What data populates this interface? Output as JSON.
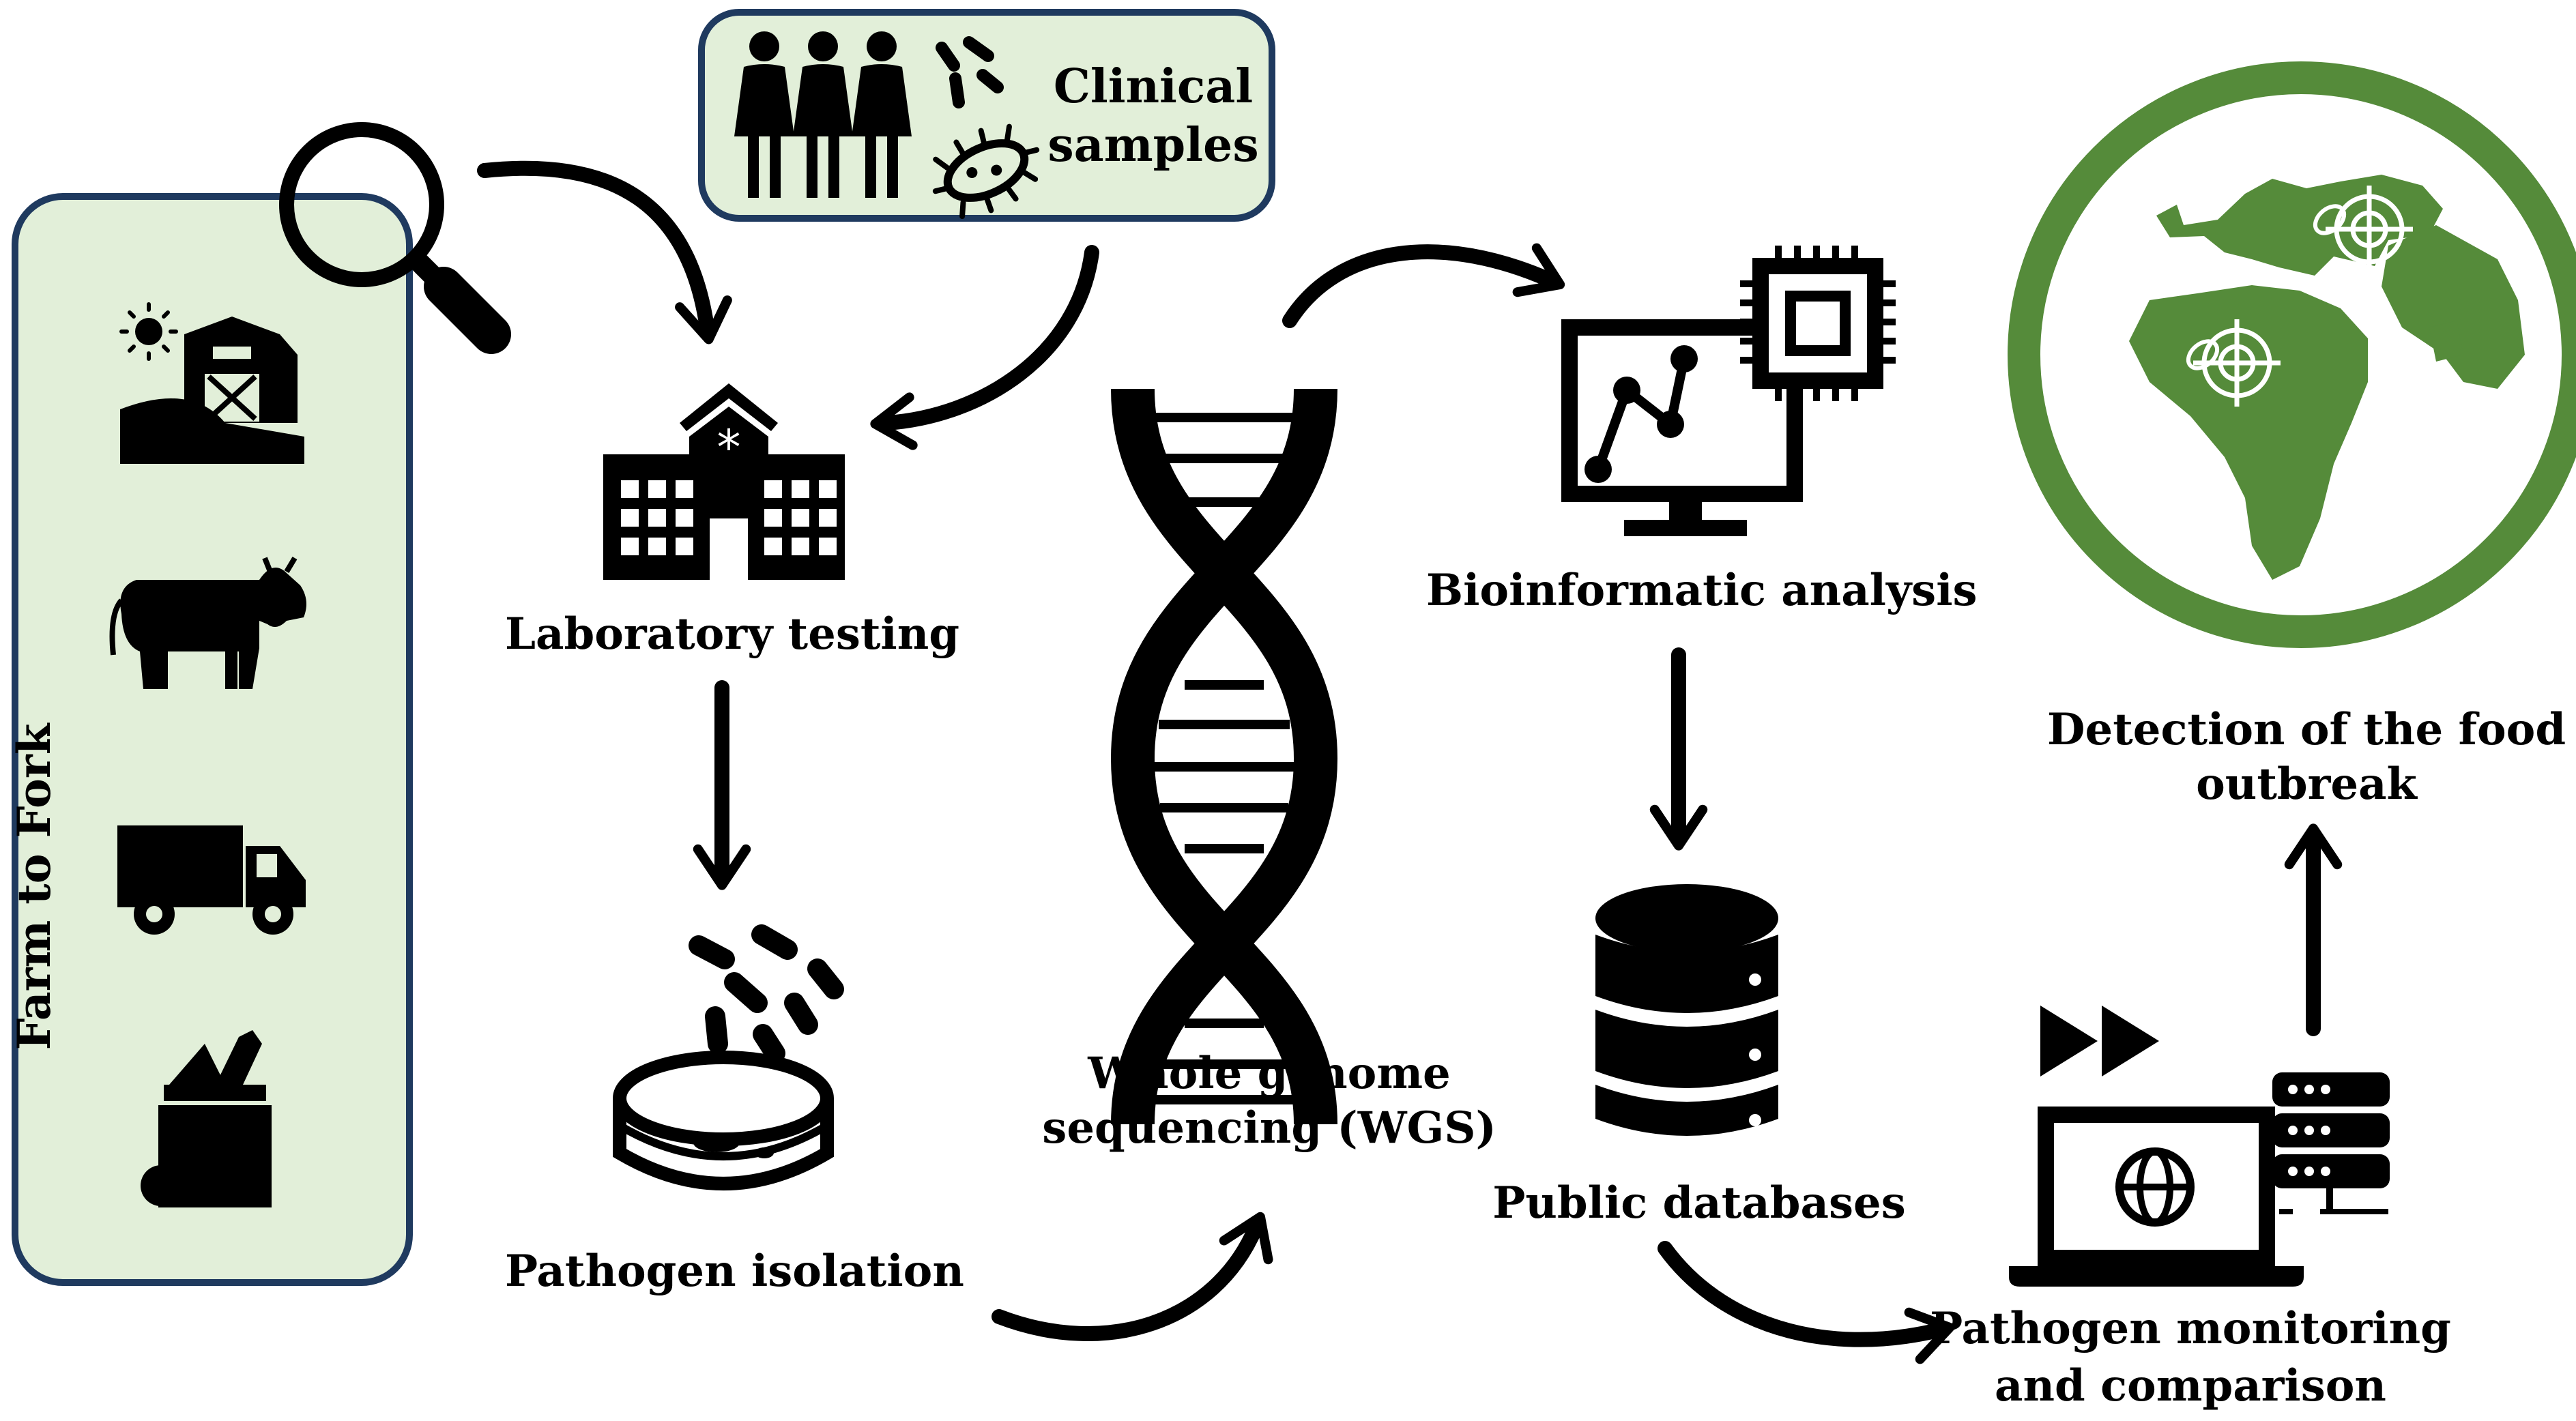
{
  "labels": {
    "clinical_line1": "Clinical",
    "clinical_line2": "samples",
    "farm_to_fork": "Farm to Fork",
    "laboratory_testing": "Laboratory testing",
    "pathogen_isolation": "Pathogen isolation",
    "wgs_line1": "Whole genome",
    "wgs_line2": "sequencing (WGS)",
    "bioinformatic_analysis": "Bioinformatic analysis",
    "public_databases": "Public databases",
    "monitoring_line1": "Pathogen monitoring",
    "monitoring_line2": "and comparison",
    "detection_line1": "Detection of the food",
    "detection_line2": "outbreak"
  },
  "colors": {
    "panel_fill": "#e2efd9",
    "panel_stroke": "#1f3a5f",
    "globe_green": "#558b3a",
    "ink": "#000000"
  }
}
